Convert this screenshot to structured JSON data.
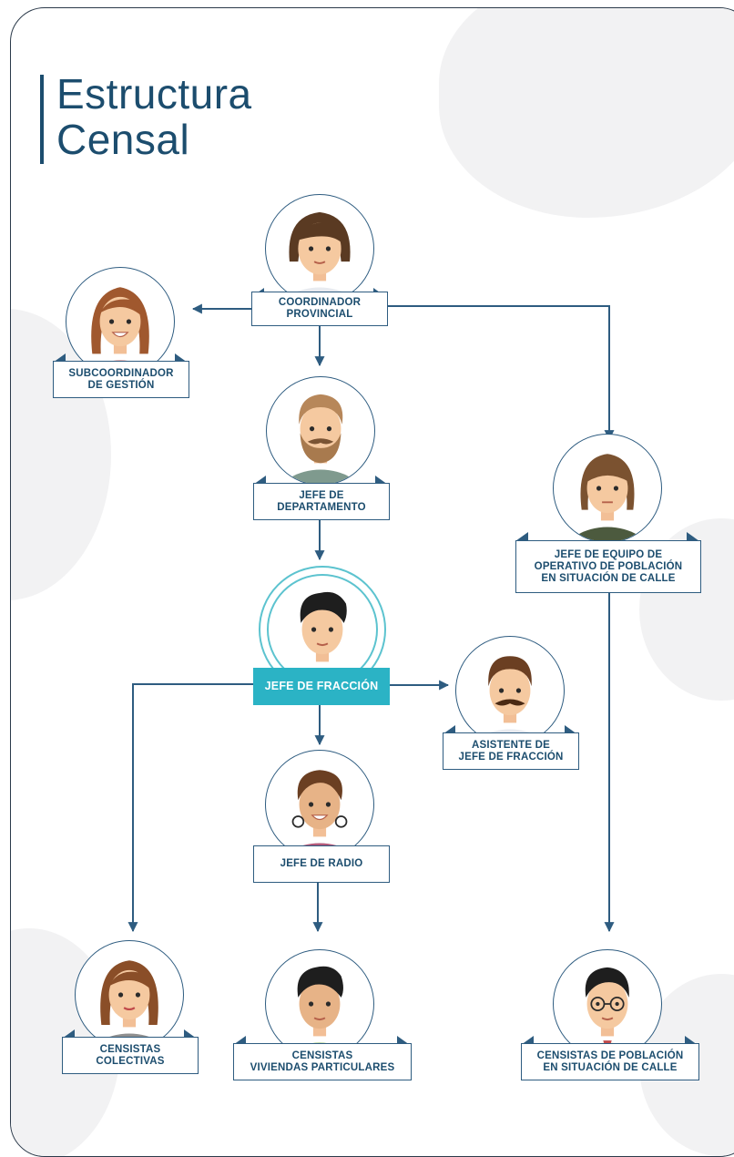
{
  "title": {
    "line1": "Estructura",
    "line2": "Censal"
  },
  "colors": {
    "primary": "#1c4d6e",
    "connector": "#2e5c80",
    "highlight": "#2bb3c5",
    "background_shape": "#f2f2f3"
  },
  "nodes": {
    "coordinador": {
      "line1": "COORDINADOR",
      "line2": "PROVINCIAL",
      "avatar": "woman-short-hair-avatar"
    },
    "subcoordinador": {
      "line1": "SUBCOORDINADOR",
      "line2": "DE GESTIÓN",
      "avatar": "woman-smiling-avatar"
    },
    "jefe_departamento": {
      "line1": "JEFE DE",
      "line2": "DEPARTAMENTO",
      "avatar": "bearded-man-avatar"
    },
    "jefe_equipo": {
      "line1": "JEFE DE EQUIPO DE",
      "line2": "OPERATIVO DE POBLACIÓN",
      "line3": "EN SITUACIÓN DE CALLE",
      "avatar": "man-long-hair-avatar"
    },
    "jefe_fraccion": {
      "line1": "JEFE DE FRACCIÓN",
      "avatar": "man-dark-hair-avatar"
    },
    "asistente": {
      "line1": "ASISTENTE DE",
      "line2": "JEFE DE FRACCIÓN",
      "avatar": "man-mustache-avatar"
    },
    "jefe_radio": {
      "line1": "JEFE DE RADIO",
      "avatar": "woman-earrings-avatar"
    },
    "censistas_colectivas": {
      "line1": "CENSISTAS",
      "line2": "COLECTIVAS",
      "avatar": "woman-brown-hair-avatar"
    },
    "censistas_viviendas": {
      "line1": "CENSISTAS",
      "line2": "VIVIENDAS PARTICULARES",
      "avatar": "young-man-avatar"
    },
    "censistas_calle": {
      "line1": "CENSISTAS DE POBLACIÓN",
      "line2": "EN SITUACIÓN DE CALLE",
      "avatar": "man-glasses-avatar"
    }
  }
}
